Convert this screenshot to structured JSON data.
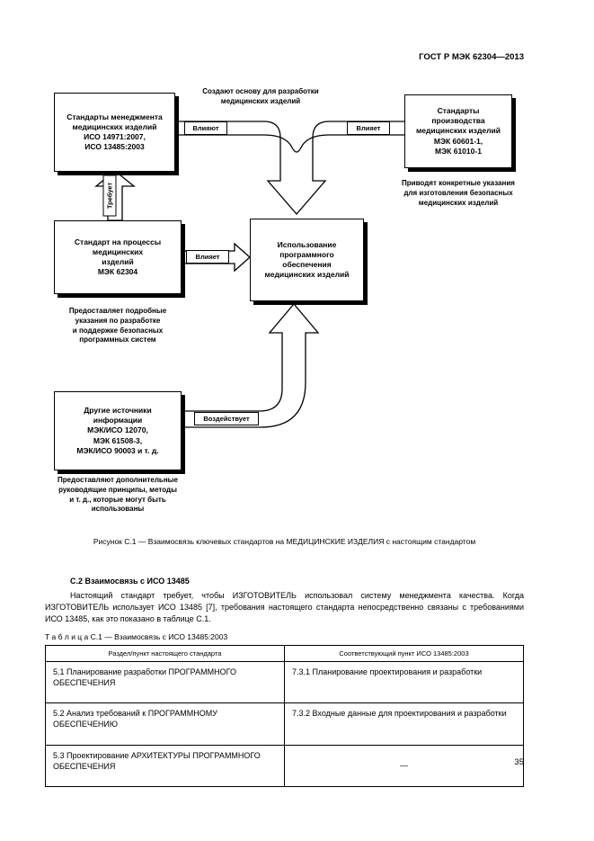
{
  "header": {
    "title": "ГОСТ Р МЭК 62304—2013"
  },
  "figure": {
    "boxes": {
      "management": "Стандарты менеджмента\nмедицинских изделий\nИСО 14971:2007,\nИСО 13485:2003",
      "production": "Стандарты\nпроизводства\nмедицинских изделий\nМЭК 60601-1,\nМЭК 61010-1",
      "process": "Стандарт на процессы\nмедицинских\nизделий\nМЭК 62304",
      "usage": "Использование\nпрограммного\nобеспечения\nмедицинских изделий",
      "sources": "Другие источники\nинформации\nМЭК/ИСО 12070,\nМЭК 61508-3,\nМЭК/ИСО 90003 и т. д."
    },
    "labels": {
      "influence_left": "Влияют",
      "influence_right": "Влияет",
      "influence_mid": "Влияет",
      "requires": "Требует",
      "affects": "Воздействует"
    },
    "notes": {
      "top": "Создают основу для разработки\nмедицинских изделий",
      "production": "Приводят конкретные указания\nдля изготовления безопасных\nмедицинских изделий",
      "process": "Предоставляет подробные\nуказания по разработке\nи поддержке безопасных\nпрограммных систем",
      "sources": "Предоставляют дополнительные\nруководящие принципы, методы\nи т. д., которые могут быть\nиспользованы"
    },
    "caption": "Рисунок С.1 — Взаимосвязь ключевых стандартов на МЕДИЦИНСКИЕ ИЗДЕЛИЯ с настоящим стандартом"
  },
  "section": {
    "heading": "С.2 Взаимосвязь с ИСО 13485",
    "paragraph": "Настоящий стандарт требует, чтобы ИЗГОТОВИТЕЛЬ использовал систему менеджмента качества. Когда ИЗГОТОВИТЕЛЬ использует ИСО 13485 [7], требования настоящего стандарта непосредственно связаны с требованиями ИСО 13485, как это показано в таблице С.1."
  },
  "table": {
    "title": "Т а б л и ц а  С.1 — Взаимосвязь с ИСО 13485:2003",
    "headers": [
      "Раздел/пункт настоящего стандарта",
      "Соответствующий пункт ИСО 13485:2003"
    ],
    "rows": [
      {
        "left": "5.1 Планирование разработки ПРОГРАММНОГО ОБЕСПЕЧЕНИЯ",
        "right": "7.3.1 Планирование проектирования и разработки"
      },
      {
        "left": "5.2 Анализ требований к ПРОГРАММНОМУ ОБЕСПЕЧЕНИЮ",
        "right": "7.3.2 Входные данные для проектирования и разработки"
      },
      {
        "left": "5.3 Проектирование АРХИТЕКТУРЫ ПРОГРАММНОГО ОБЕСПЕЧЕНИЯ",
        "right": "—"
      }
    ]
  },
  "footer": {
    "page_number": "35"
  }
}
